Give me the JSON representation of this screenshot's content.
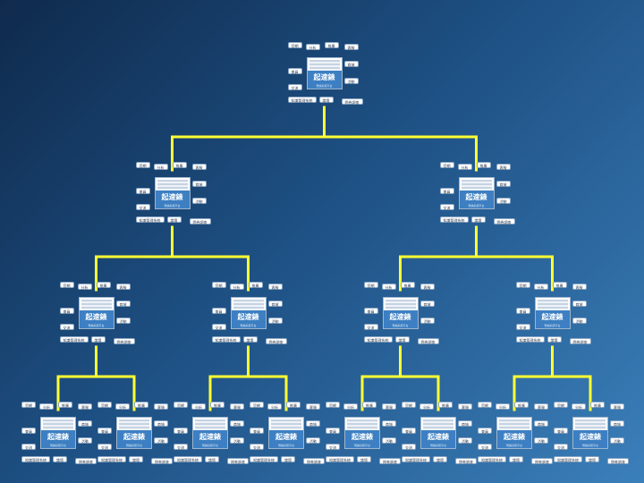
{
  "diagram": {
    "node_brand": "起速錶",
    "node_brand_sub": "營銷系統平台",
    "node_labels": {
      "top_left": "官網",
      "top_mid1": "分析",
      "top_mid2": "推廣",
      "top_right": "客服",
      "mid_left": "會員",
      "mid_right": "商城",
      "low_left": "交流",
      "low_right": "活動",
      "bot_left": "知識管理系統",
      "bot_mid": "論壇",
      "bot_right": "問卷調查"
    },
    "levels": [
      {
        "level": 1,
        "node_count": 1
      },
      {
        "level": 2,
        "node_count": 2
      },
      {
        "level": 3,
        "node_count": 4
      },
      {
        "level": 4,
        "node_count": 8
      }
    ],
    "connector_color": "#ffff33"
  }
}
